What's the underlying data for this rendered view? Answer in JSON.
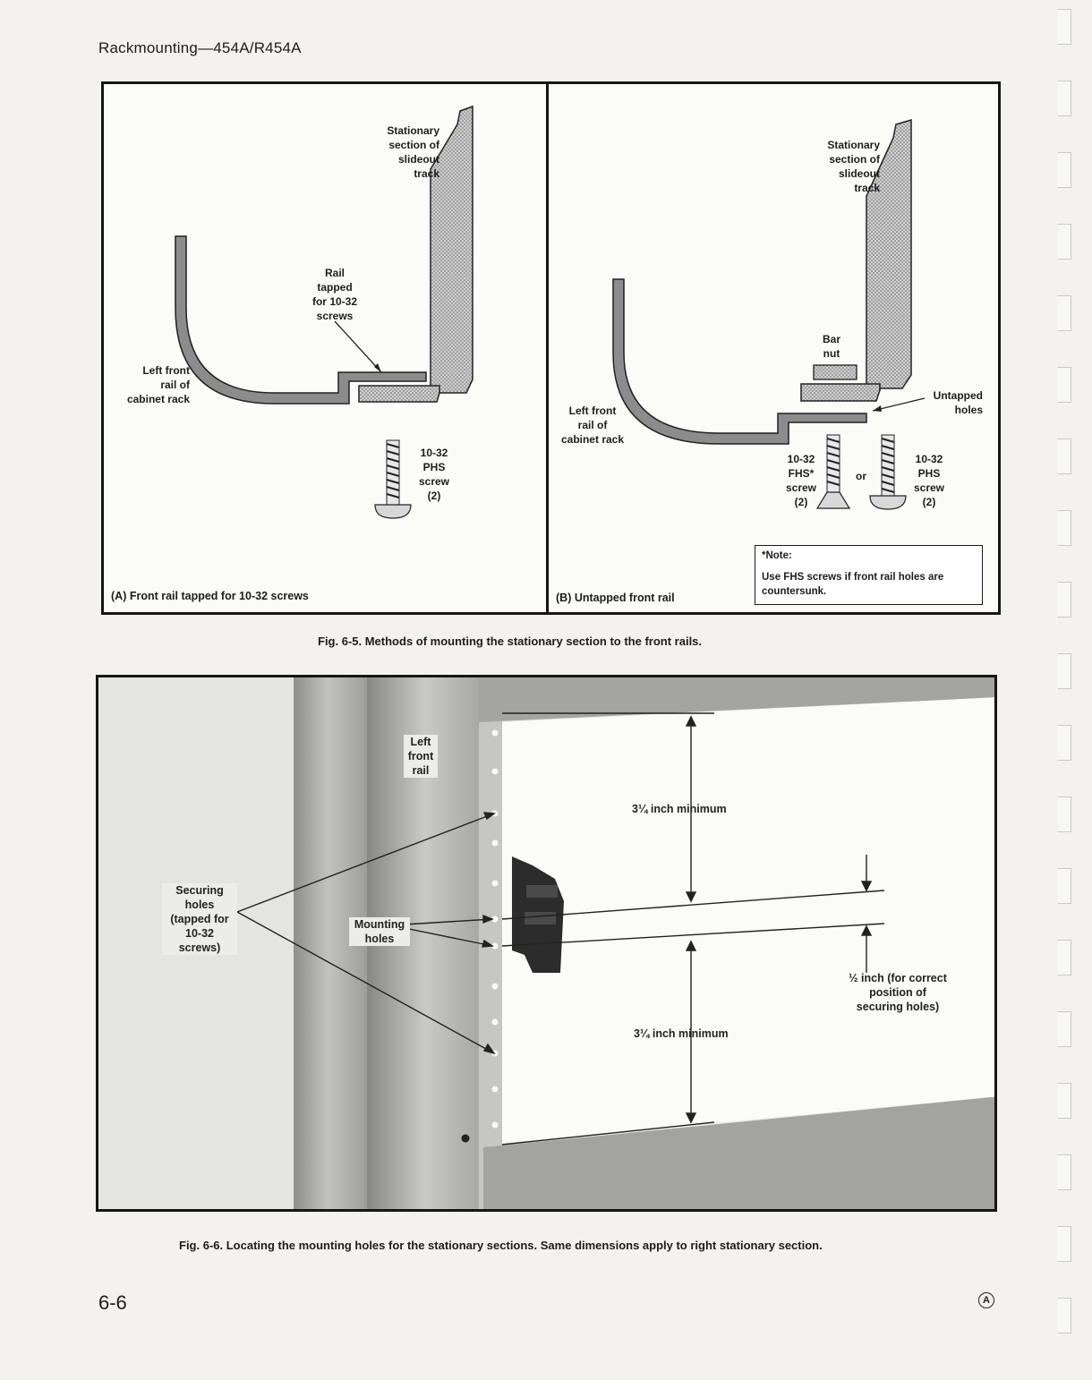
{
  "page": {
    "header": "Rackmounting—454A/R454A",
    "page_number": "6-6",
    "revision_mark": "A"
  },
  "figure_6_5": {
    "caption": "Fig. 6-5. Methods of mounting the stationary section to the front rails.",
    "panel_a": {
      "caption": "(A) Front rail tapped for 10-32 screws",
      "label_stationary": "Stationary\nsection of\nslideout\ntrack",
      "label_rail_tapped": "Rail\ntapped\nfor 10-32\nscrews",
      "label_left_front_rail": "Left front\nrail of\ncabinet rack",
      "label_screw": "10-32\nPHS\nscrew\n(2)"
    },
    "panel_b": {
      "caption": "(B) Untapped front rail",
      "label_stationary": "Stationary\nsection of\nslideout\ntrack",
      "label_bar_nut": "Bar\nnut",
      "label_untapped": "Untapped\nholes",
      "label_left_front_rail": "Left front\nrail of\ncabinet rack",
      "label_fhs_screw": "10-32\nFHS*\nscrew\n(2)",
      "label_or": "or",
      "label_phs_screw": "10-32\nPHS\nscrew\n(2)",
      "note_title": "*Note:",
      "note_text": "Use FHS screws if front rail holes are countersunk."
    }
  },
  "figure_6_6": {
    "caption": "Fig. 6-6. Locating the mounting holes for the stationary sections. Same dimensions apply to right stationary section.",
    "label_left_front_rail": "Left\nfront\nrail",
    "label_securing_holes": "Securing\nholes\n(tapped for\n10-32\nscrews)",
    "label_mounting_holes": "Mounting\nholes",
    "dim_top": "3¼ inch minimum",
    "dim_bottom": "3¼ inch minimum",
    "dim_half": "½ inch (for correct\nposition of\nsecuring holes)"
  }
}
